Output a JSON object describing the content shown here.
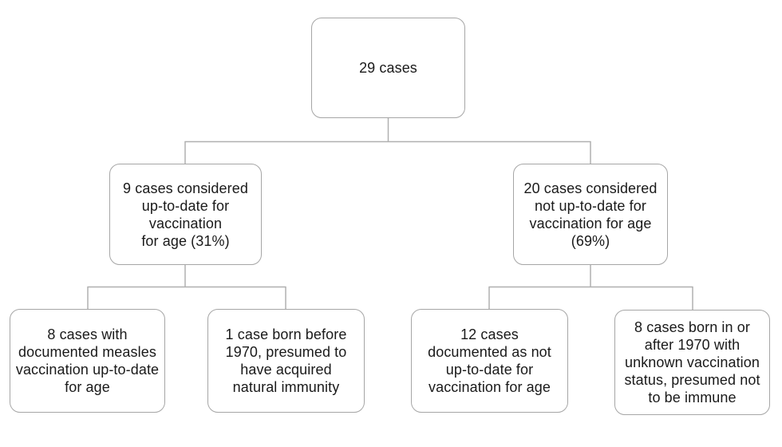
{
  "colors": {
    "border": "#a6a6a6",
    "line": "#b0b0b0",
    "text": "#1a1a1a",
    "background": "#ffffff"
  },
  "nodes": {
    "root": {
      "label": "29 cases"
    },
    "up_to_date": {
      "label": "9 cases considered\nup-to-date for\nvaccination\nfor age (31%)"
    },
    "not_up_to_date": {
      "label": "20 cases considered\nnot up-to-date for\nvaccination for age\n(69%)"
    },
    "documented": {
      "label": "8 cases with\ndocumented measles\nvaccination up-to-date\nfor age"
    },
    "born_before_1970": {
      "label": "1 case born before\n1970, presumed to\nhave acquired\nnatural immunity"
    },
    "documented_not": {
      "label": "12 cases\ndocumented as not\nup-to-date for\nvaccination for age"
    },
    "unknown_status": {
      "label": "8 cases born in or\nafter 1970 with\nunknown vaccination\nstatus, presumed not\nto be immune"
    }
  },
  "edges": [
    {
      "from": "root",
      "to": "up_to_date"
    },
    {
      "from": "root",
      "to": "not_up_to_date"
    },
    {
      "from": "up_to_date",
      "to": "documented"
    },
    {
      "from": "up_to_date",
      "to": "born_before_1970"
    },
    {
      "from": "not_up_to_date",
      "to": "documented_not"
    },
    {
      "from": "not_up_to_date",
      "to": "unknown_status"
    }
  ]
}
